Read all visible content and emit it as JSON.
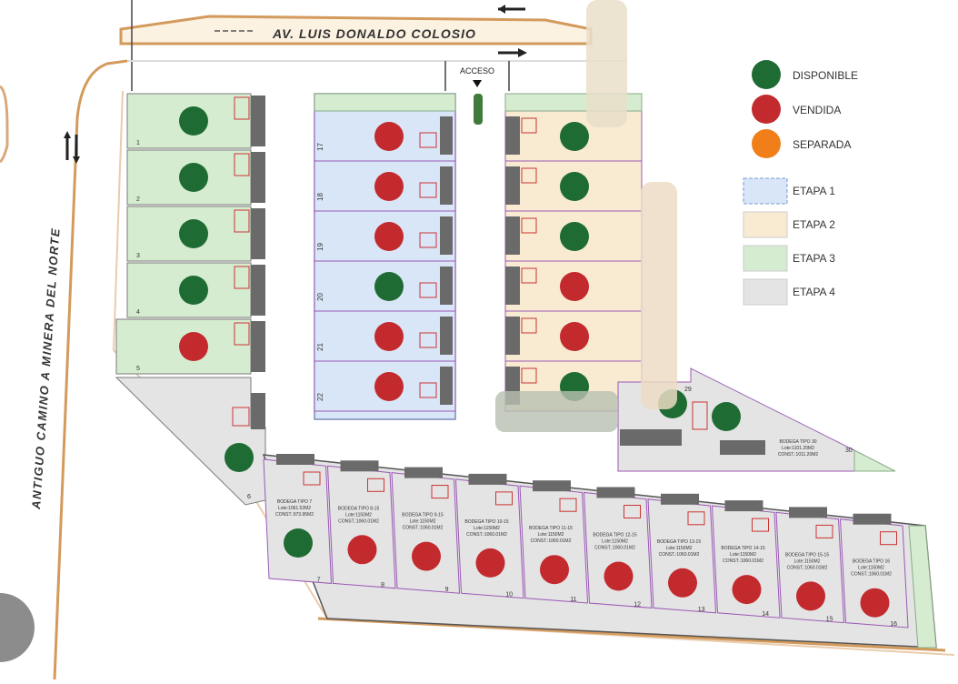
{
  "map": {
    "avenue_label": "AV. LUIS DONALDO COLOSIO",
    "road_label": "ANTIGUO CAMINO A MINERA DEL NORTE",
    "access_label": "ACCESO"
  },
  "legend": {
    "status": [
      {
        "label": "DISPONIBLE",
        "color": "#1f6b34"
      },
      {
        "label": "VENDIDA",
        "color": "#c32a2e"
      },
      {
        "label": "SEPARADA",
        "color": "#f07f1a"
      }
    ],
    "stages": [
      {
        "label": "ETAPA 1",
        "color": "#d9e6f7"
      },
      {
        "label": "ETAPA 2",
        "color": "#f8ebd2"
      },
      {
        "label": "ETAPA 3",
        "color": "#d6ecd0"
      },
      {
        "label": "ETAPA 4",
        "color": "#e4e4e4"
      }
    ]
  },
  "lots": {
    "west": [
      {
        "number": "1",
        "status": "disponible"
      },
      {
        "number": "2",
        "status": "disponible"
      },
      {
        "number": "3",
        "status": "disponible"
      },
      {
        "number": "4",
        "status": "disponible"
      },
      {
        "number": "5",
        "status": "vendida"
      }
    ],
    "center": [
      {
        "number": "17",
        "status": "vendida"
      },
      {
        "number": "18",
        "status": "vendida"
      },
      {
        "number": "19",
        "status": "vendida"
      },
      {
        "number": "20",
        "status": "disponible"
      },
      {
        "number": "21",
        "status": "vendida"
      },
      {
        "number": "22",
        "status": "vendida"
      }
    ],
    "east": [
      {
        "status": "disponible"
      },
      {
        "status": "disponible"
      },
      {
        "status": "disponible"
      },
      {
        "status": "vendida"
      },
      {
        "status": "vendida"
      },
      {
        "status": "disponible"
      }
    ],
    "southwest": [
      {
        "number": "6",
        "status": "disponible"
      }
    ],
    "extra": [
      {
        "number": "29",
        "status": "disponible"
      },
      {
        "number": "30",
        "status": "disponible"
      }
    ],
    "south": [
      {
        "number": "7",
        "title": "BODEGA TIPO 7",
        "area": "Lote:1061.52M2",
        "const": "CONST.:973.95M2",
        "status": "disponible"
      },
      {
        "number": "8",
        "title": "BODEGA TIPO 8-15",
        "area": "Lote:1150M2",
        "const": "CONST.:1060.01M2",
        "status": "vendida"
      },
      {
        "number": "9",
        "title": "BODEGA TIPO 9-15",
        "area": "Lote:1150M2",
        "const": "CONST.:1060.01M2",
        "status": "vendida"
      },
      {
        "number": "10",
        "title": "BODEGA TIPO 10-15",
        "area": "Lote:1150M2",
        "const": "CONST.:1060.01M2",
        "status": "vendida"
      },
      {
        "number": "11",
        "title": "BODEGA TIPO 11-15",
        "area": "Lote:1150M2",
        "const": "CONST.:1060.01M2",
        "status": "vendida"
      },
      {
        "number": "12",
        "title": "BODEGA TIPO 12-15",
        "area": "Lote:1150M2",
        "const": "CONST.:1060.01M2",
        "status": "vendida"
      },
      {
        "number": "13",
        "title": "BODEGA TIPO 13-15",
        "area": "Lote:1150M2",
        "const": "CONST.:1060.01M2",
        "status": "vendida"
      },
      {
        "number": "14",
        "title": "BODEGA TIPO 14-15",
        "area": "Lote:1150M2",
        "const": "CONST.:1060.01M2",
        "status": "vendida"
      },
      {
        "number": "15",
        "title": "BODEGA TIPO 15-15",
        "area": "Lote:1150M2",
        "const": "CONST.:1060.01M2",
        "status": "vendida"
      },
      {
        "number": "16",
        "title": "BODEGA TIPO 16",
        "area": "Lote:1150M2",
        "const": "CONST.:1060.01M2",
        "status": "vendida"
      }
    ],
    "lot30_info": {
      "title": "BODEGA TIPO 30",
      "area": "Lote:1101.20M2",
      "const": "CONST.:1011.20M2"
    }
  }
}
